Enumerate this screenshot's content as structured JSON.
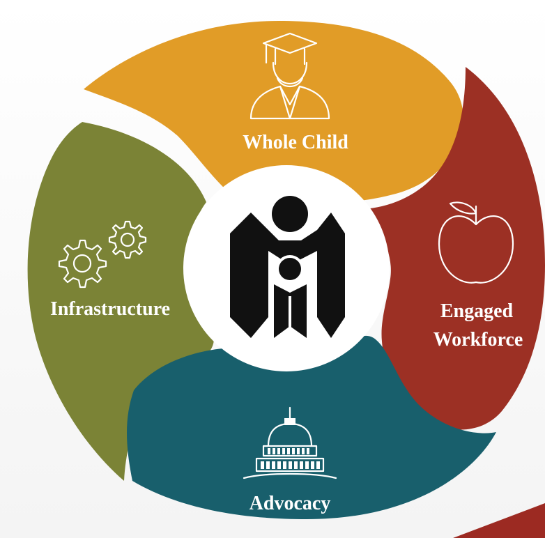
{
  "colors": {
    "background_top": "#ffffff",
    "background_bottom": "#f4f4f4",
    "whole_child": "#e19c27",
    "engaged_workforce": "#9c3024",
    "infrastructure": "#7b8336",
    "advocacy": "#185f6c",
    "hub": "#ffffff",
    "logo": "#111111",
    "accent_stripe": "#9c2a22"
  },
  "segments": {
    "whole_child": {
      "label": "Whole Child",
      "icon": "graduate-icon"
    },
    "engaged_workforce": {
      "label_line1": "Engaged",
      "label_line2": "Workforce",
      "icon": "apple-icon"
    },
    "infrastructure": {
      "label": "Infrastructure",
      "icon": "gears-icon"
    },
    "advocacy": {
      "label": "Advocacy",
      "icon": "capitol-dome-icon"
    }
  },
  "center": {
    "icon": "organization-logo-icon"
  }
}
